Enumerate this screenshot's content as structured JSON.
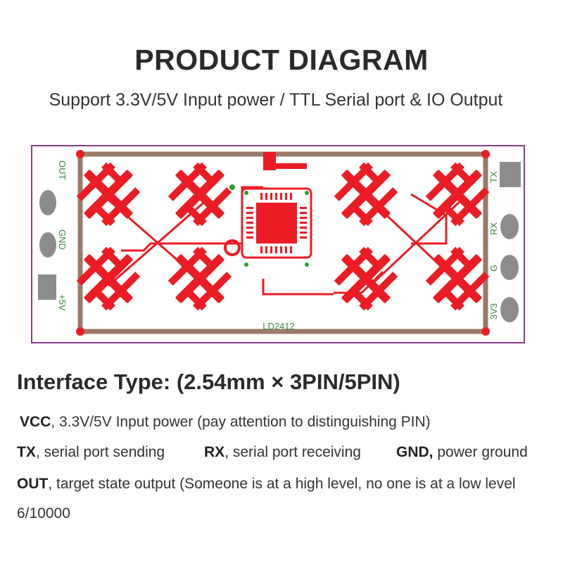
{
  "header": {
    "title": "PRODUCT DIAGRAM",
    "subtitle": "Support 3.3V/5V Input power / TTL Serial port & IO Output"
  },
  "board": {
    "model": "LD2412",
    "pins_left": [
      "OUT",
      "GND",
      "+5V"
    ],
    "pins_right": [
      "TX",
      "RX",
      "G",
      "3V3"
    ],
    "colors": {
      "pcb": "#ffffff",
      "copper": "#ec1c24",
      "frame": "#9a7a6a",
      "outline": "#8a3a8a",
      "pad": "#8c8c8c",
      "silk": "#3a8a3a"
    }
  },
  "interface": {
    "heading": "Interface Type: (2.54mm × 3PIN/5PIN)",
    "vcc_key": "VCC",
    "vcc_desc": ", 3.3V/5V Input power (pay attention to distinguishing PIN)",
    "tx_key": "TX",
    "tx_desc": ", serial port sending",
    "rx_key": "RX",
    "rx_desc": ", serial port receiving",
    "gnd_key": "GND,",
    "gnd_desc": " power ground",
    "out_key": "OUT",
    "out_desc": ", target state output (Someone is at a high level, no one is at a low level",
    "note": "6/10000"
  }
}
